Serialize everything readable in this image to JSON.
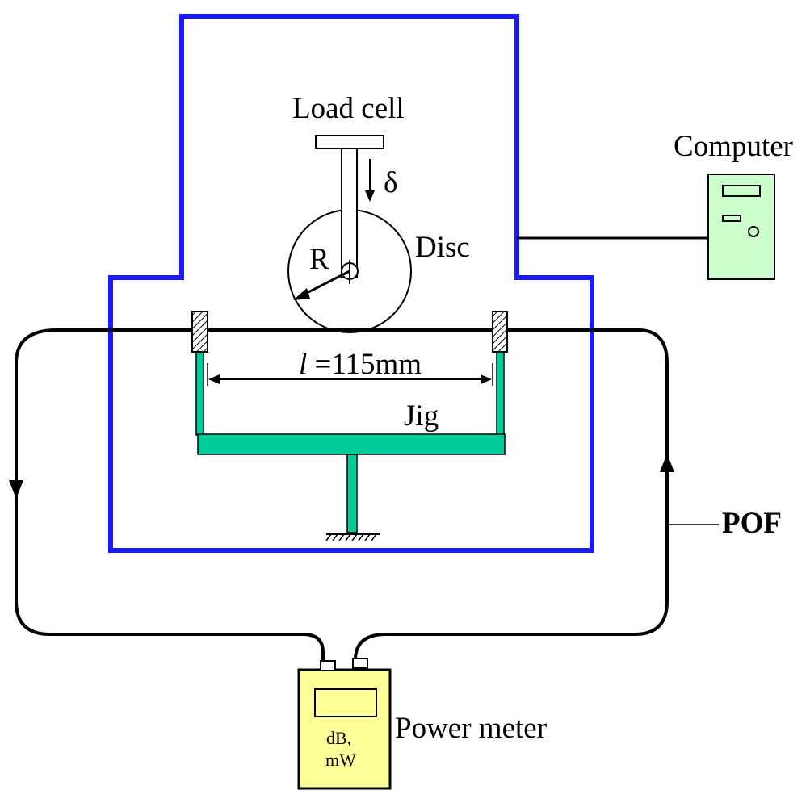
{
  "labels": {
    "load_cell": "Load cell",
    "delta": "δ",
    "radius": "R",
    "disc": "Disc",
    "computer": "Computer",
    "span_var": "l",
    "span_value": " =115mm",
    "jig": "Jig",
    "pof": "POF",
    "power_meter": "Power meter",
    "meter_units_line1": "dB,",
    "meter_units_line2": "mW"
  },
  "colors": {
    "enclosure": "#1a1aff",
    "jig": "#00cc99",
    "computer_body": "#ccffcc",
    "power_meter_body": "#ffff99",
    "fiber": "#000000"
  }
}
